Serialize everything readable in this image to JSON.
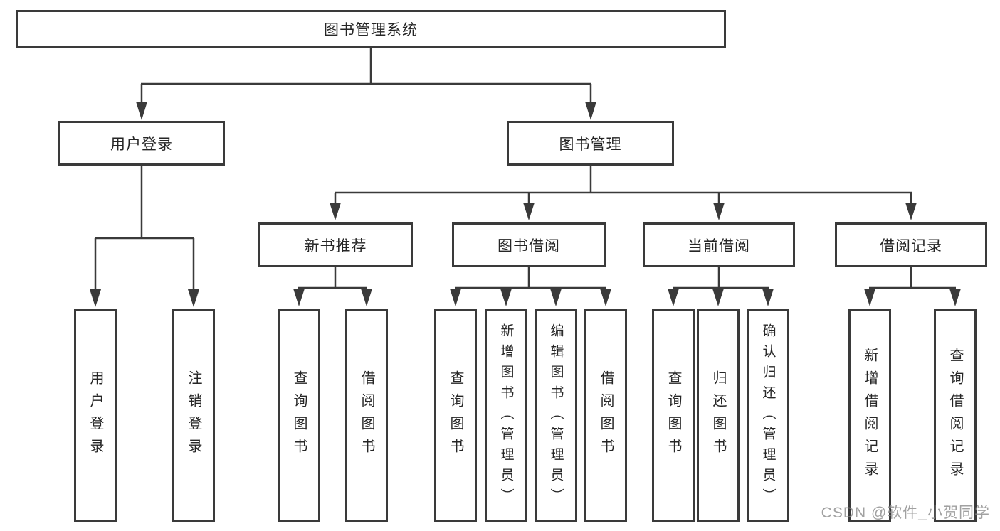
{
  "tree": {
    "label": "图书管理系统",
    "children": [
      {
        "label": "用户登录",
        "children": [
          {
            "label": "用户登录"
          },
          {
            "label": "注销登录"
          }
        ]
      },
      {
        "label": "图书管理",
        "children": [
          {
            "label": "新书推荐",
            "children": [
              {
                "label": "查询图书"
              },
              {
                "label": "借阅图书"
              }
            ]
          },
          {
            "label": "图书借阅",
            "children": [
              {
                "label": "查询图书"
              },
              {
                "label": "新增图书（管理员）"
              },
              {
                "label": "编辑图书（管理员）"
              },
              {
                "label": "借阅图书"
              }
            ]
          },
          {
            "label": "当前借阅",
            "children": [
              {
                "label": "查询图书"
              },
              {
                "label": "归还图书"
              },
              {
                "label": "确认归还（管理员）"
              }
            ]
          },
          {
            "label": "借阅记录",
            "children": [
              {
                "label": "新增借阅记录"
              },
              {
                "label": "查询借阅记录"
              }
            ]
          }
        ]
      }
    ]
  },
  "watermark": "CSDN @软件_小贺同学",
  "colors": {
    "line": "#3a3a3a",
    "box_border": "#3a3a3a",
    "text": "#262626",
    "watermark": "#8c8c8c",
    "background": "#ffffff"
  }
}
